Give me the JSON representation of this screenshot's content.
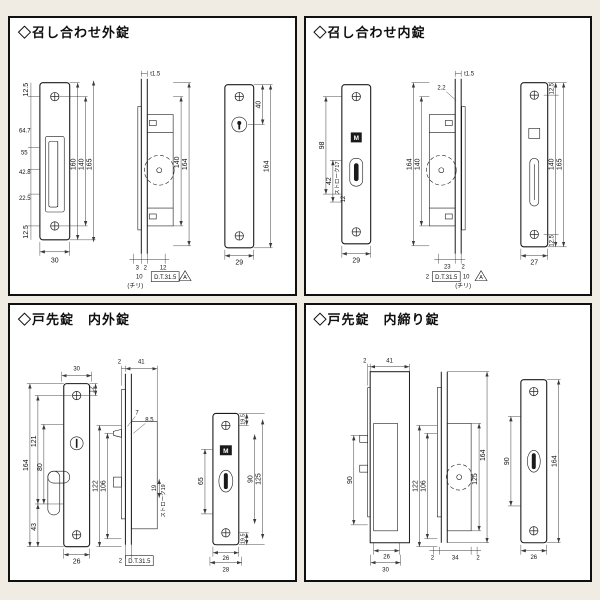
{
  "colors": {
    "background": "#f0ece3",
    "panel": "#ffffff",
    "line": "#1a1a1a",
    "dim": "#3a3a3a"
  },
  "panels": [
    {
      "title": "◇召し合わせ外錠",
      "labels": {
        "mtop": "12.5",
        "c647": "64.7",
        "c55": "55",
        "c428": "42.8",
        "c225": "22.5",
        "mbot": "12.5",
        "h160": "160",
        "h140": "140",
        "h165": "165",
        "w30": "30",
        "t15": "t1.5",
        "s140": "140",
        "s164": "164",
        "b3": "3",
        "b2": "2",
        "b12": "12",
        "b10": "10",
        "chiri": "(チリ)",
        "amark": "A",
        "dt": "D.T.31.5",
        "r40": "40",
        "r164": "164",
        "w29": "29"
      }
    },
    {
      "title": "◇召し合わせ内錠",
      "labels": {
        "h98": "98",
        "h42": "42",
        "stroke": "ストローク17",
        "h12": "12",
        "w29": "29",
        "logo": "M",
        "t15": "t1.5",
        "t22": "2.2",
        "s164": "164",
        "s140": "140",
        "b23": "23",
        "b2a": "2",
        "b2b": "2",
        "dt": "D.T.31.5",
        "b10": "10",
        "chiri": "(チリ)",
        "amark": "A",
        "mtop": "12.5",
        "h165": "165",
        "h140": "140",
        "mbot": "12.5",
        "w27": "27"
      }
    },
    {
      "title": "◇戸先錠　内外錠",
      "labels": {
        "t30": "30",
        "t12": "12",
        "c121": "121",
        "c80": "80",
        "c43": "43",
        "h164": "164",
        "w26l": "26",
        "t2": "2",
        "t41": "41",
        "l7": "7",
        "l85": "8.5",
        "h106": "106",
        "h122": "122",
        "h19": "19",
        "stroke": "ストローク19",
        "b2": "2",
        "dt": "D.T.31.5",
        "m195t": "19.5",
        "h90": "90",
        "h65": "65",
        "h125": "125",
        "m195b": "19.5",
        "w26r": "26",
        "w28": "28",
        "logo": "M"
      }
    },
    {
      "title": "◇戸先錠　内締り錠",
      "labels": {
        "t2": "2",
        "t41": "41",
        "h90l": "90",
        "w26l": "26",
        "w30": "30",
        "h106": "106",
        "h122": "122",
        "h125": "125",
        "h164m": "164",
        "b2a": "2",
        "b34": "34",
        "b2b": "2",
        "h90r": "90",
        "h164r": "164",
        "w26r": "26"
      }
    }
  ]
}
